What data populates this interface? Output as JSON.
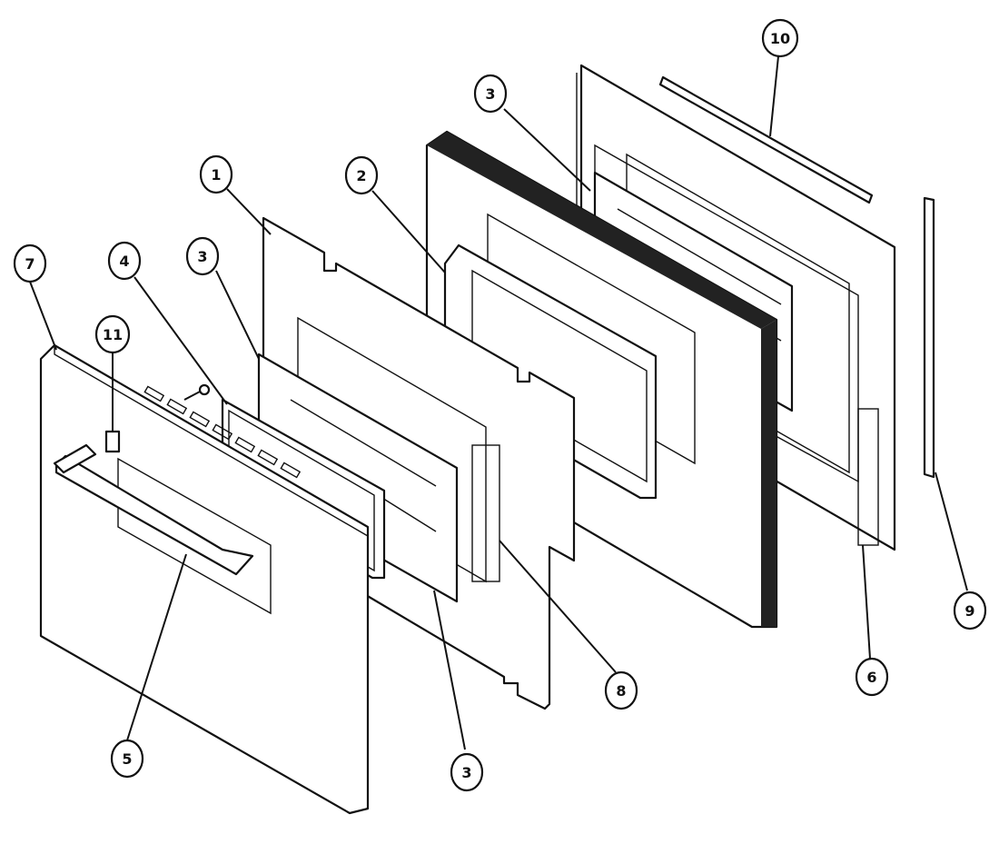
{
  "diagram": {
    "callouts": [
      {
        "id": "c1",
        "label": "1"
      },
      {
        "id": "c2",
        "label": "2"
      },
      {
        "id": "c3a",
        "label": "3"
      },
      {
        "id": "c3b",
        "label": "3"
      },
      {
        "id": "c3c",
        "label": "3"
      },
      {
        "id": "c4",
        "label": "4"
      },
      {
        "id": "c5",
        "label": "5"
      },
      {
        "id": "c6",
        "label": "6"
      },
      {
        "id": "c7",
        "label": "7"
      },
      {
        "id": "c8",
        "label": "8"
      },
      {
        "id": "c9",
        "label": "9"
      },
      {
        "id": "c10",
        "label": "10"
      },
      {
        "id": "c11",
        "label": "11"
      }
    ],
    "colors": {
      "ink": "#111111",
      "paper": "#ffffff"
    }
  }
}
